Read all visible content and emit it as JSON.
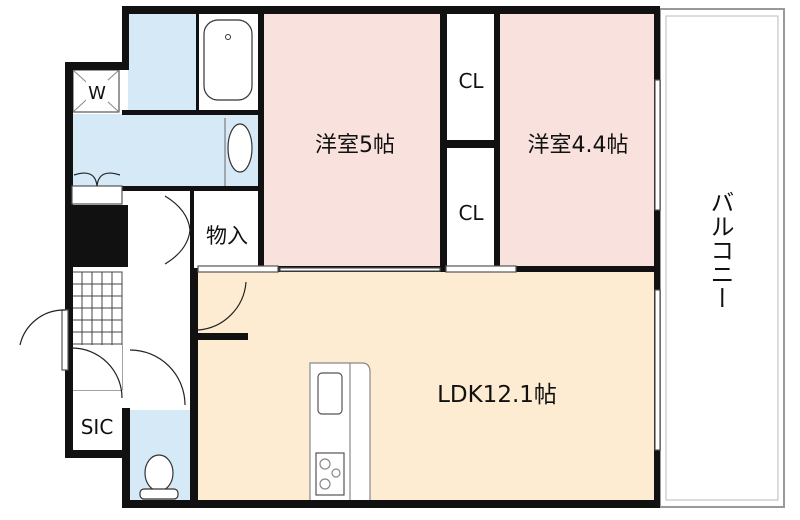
{
  "floorplan": {
    "rooms": {
      "western_room_1": "洋室5帖",
      "western_room_2": "洋室4.4帖",
      "closet_1": "CL",
      "closet_2": "CL",
      "storage": "物入",
      "ldk": "LDK12.1帖",
      "balcony": "バルコニー",
      "washer": "W",
      "sic": "SIC"
    },
    "colors": {
      "western_room": "#f9e2dd",
      "ldk": "#fdebd2",
      "wet_area": "#d5e9f7",
      "wall": "#111111"
    }
  }
}
